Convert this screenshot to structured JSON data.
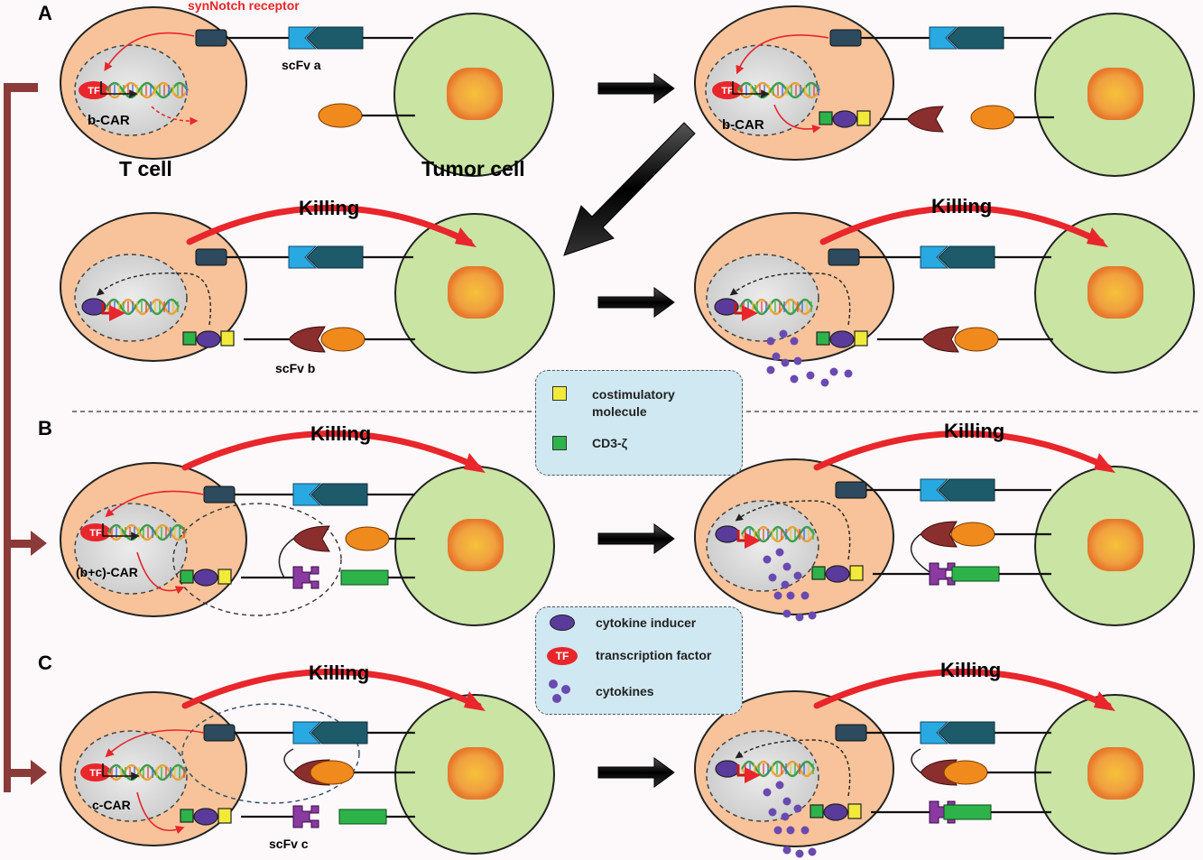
{
  "panels": {
    "a": "A",
    "b": "B",
    "c": "C"
  },
  "labels": {
    "synnotch": "synNotch receptor",
    "scfv_a": "scFv a",
    "scfv_b": "scFv b",
    "scfv_c": "scFv c",
    "t_cell": "T cell",
    "tumor_cell": "Tumor cell",
    "killing": "Killing",
    "tf": "TF",
    "b_car": "b-CAR",
    "bc_car": "(b+c)-CAR",
    "c_car": "c-CAR"
  },
  "legend1": {
    "items": [
      {
        "label_1": "costimulatory",
        "label_2": "molecule",
        "swatch": "#f2ea3a"
      },
      {
        "label_1": "CD3-ζ",
        "swatch": "#2db34a"
      }
    ]
  },
  "legend2": {
    "items": [
      {
        "label": "cytokine inducer",
        "swatch": "#5a3b9c"
      },
      {
        "label": "transcription factor",
        "swatch_label": "TF",
        "swatch": "#e8262b"
      },
      {
        "label": "cytokines",
        "swatch": "#6a4ab0"
      }
    ]
  },
  "colors": {
    "t_cell": "#f8c39a",
    "tumor": "#c9e4a3",
    "nucleus": "#d4d4d4",
    "killing_arrow": "#e8262b",
    "bracket": "#8b3a3a",
    "receptor_dark": "#2d4a5e",
    "antigen_blue": "#29a9e1",
    "antigen_teal": "#1d5a6a",
    "orange_antigen": "#f08a1c",
    "scfv_b": "#8b2e2e",
    "scfv_c": "#8a3aa0",
    "green_antigen": "#2db34a"
  }
}
